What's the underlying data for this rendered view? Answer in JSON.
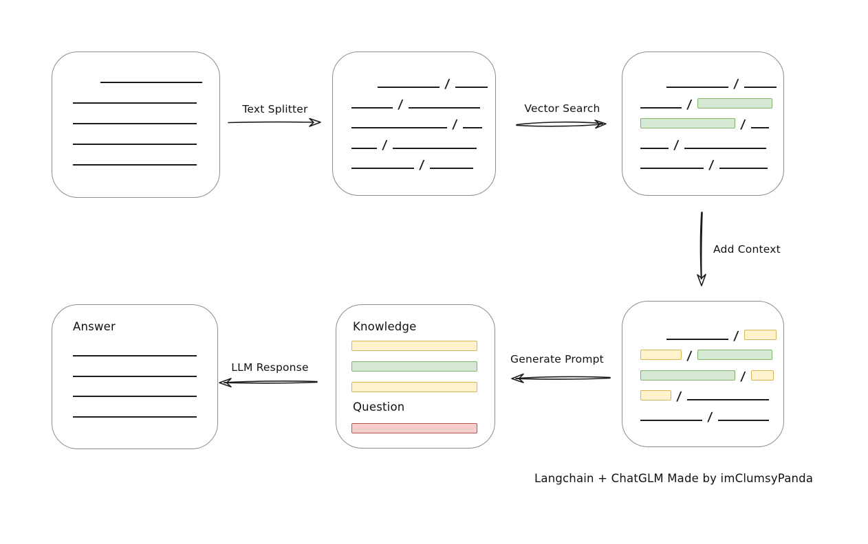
{
  "caption": "Langchain + ChatGLM Made by imClumsyPanda",
  "labels": {
    "text_splitter": "Text Splitter",
    "vector_search": "Vector Search",
    "add_context": "Add Context",
    "generate_prompt": "Generate Prompt",
    "llm_response": "LLM Response",
    "knowledge": "Knowledge",
    "question": "Question",
    "answer": "Answer"
  },
  "colors": {
    "ink": "#1b1b1b",
    "box_border": "#8c8c8c",
    "green_fill": "#d5e8d4",
    "green_border": "#82b366",
    "yellow_fill": "#fff2cc",
    "yellow_border": "#d6b656",
    "red_fill": "#f8cecc",
    "red_border": "#b85450"
  },
  "rows": {
    "document": [
      [
        {
          "t": "gap",
          "w": 32
        },
        {
          "t": "line",
          "w": 148
        }
      ],
      [
        {
          "t": "line",
          "w": 180
        }
      ],
      [
        {
          "t": "line",
          "w": 180
        }
      ],
      [
        {
          "t": "line",
          "w": 180
        }
      ],
      [
        {
          "t": "line",
          "w": 180
        }
      ]
    ],
    "chunks": [
      [
        {
          "t": "gap",
          "w": 30
        },
        {
          "t": "line",
          "w": 90
        },
        {
          "t": "slash"
        },
        {
          "t": "line",
          "w": 47
        }
      ],
      [
        {
          "t": "line",
          "w": 60
        },
        {
          "t": "slash"
        },
        {
          "t": "line",
          "w": 104
        }
      ],
      [
        {
          "t": "line",
          "w": 139
        },
        {
          "t": "slash"
        },
        {
          "t": "line",
          "w": 28
        }
      ],
      [
        {
          "t": "line",
          "w": 37
        },
        {
          "t": "slash"
        },
        {
          "t": "line",
          "w": 122
        }
      ],
      [
        {
          "t": "line",
          "w": 91
        },
        {
          "t": "slash"
        },
        {
          "t": "line",
          "w": 63
        }
      ]
    ],
    "vector": [
      [
        {
          "t": "gap",
          "w": 30
        },
        {
          "t": "line",
          "w": 90
        },
        {
          "t": "slash"
        },
        {
          "t": "line",
          "w": 47
        }
      ],
      [
        {
          "t": "line",
          "w": 60
        },
        {
          "t": "slash"
        },
        {
          "t": "green",
          "w": 109
        }
      ],
      [
        {
          "t": "green",
          "w": 138
        },
        {
          "t": "slash"
        },
        {
          "t": "line",
          "w": 26
        }
      ],
      [
        {
          "t": "line",
          "w": 41
        },
        {
          "t": "slash"
        },
        {
          "t": "line",
          "w": 119
        }
      ],
      [
        {
          "t": "line",
          "w": 92
        },
        {
          "t": "slash"
        },
        {
          "t": "line",
          "w": 70
        }
      ]
    ],
    "context": [
      [
        {
          "t": "gap",
          "w": 30
        },
        {
          "t": "line",
          "w": 90
        },
        {
          "t": "slash"
        },
        {
          "t": "yellow",
          "w": 47
        }
      ],
      [
        {
          "t": "yellow",
          "w": 60
        },
        {
          "t": "slash"
        },
        {
          "t": "green",
          "w": 109
        }
      ],
      [
        {
          "t": "green",
          "w": 138
        },
        {
          "t": "slash"
        },
        {
          "t": "yellow",
          "w": 33
        }
      ],
      [
        {
          "t": "yellow",
          "w": 45
        },
        {
          "t": "slash"
        },
        {
          "t": "line",
          "w": 119
        }
      ],
      [
        {
          "t": "line",
          "w": 90
        },
        {
          "t": "slash"
        },
        {
          "t": "line",
          "w": 74
        }
      ]
    ],
    "answer": [
      [
        {
          "t": "line",
          "w": 180
        }
      ],
      [
        {
          "t": "line",
          "w": 180
        }
      ],
      [
        {
          "t": "line",
          "w": 180
        }
      ],
      [
        {
          "t": "line",
          "w": 180
        }
      ]
    ],
    "knowledge_bars": [
      [
        {
          "t": "yellow",
          "w": 183
        }
      ],
      [
        {
          "t": "green",
          "w": 183
        }
      ],
      [
        {
          "t": "yellow",
          "w": 183
        }
      ]
    ],
    "question_bars": [
      [
        {
          "t": "red",
          "w": 183
        }
      ]
    ]
  }
}
